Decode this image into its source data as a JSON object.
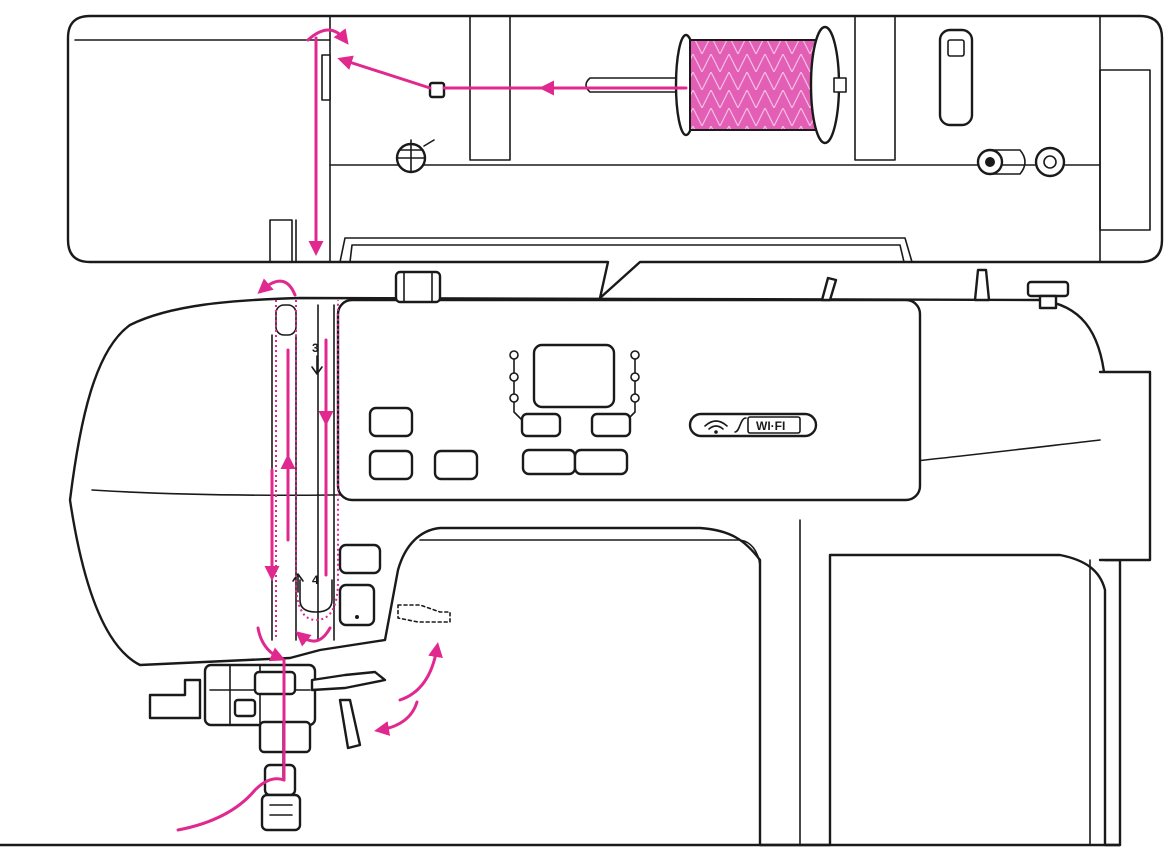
{
  "diagram": {
    "steps": [
      "3",
      "4"
    ],
    "panel_badge": "WI·FI",
    "colors": {
      "thread": "#e0288f",
      "spool": "#e35fb6",
      "outline": "#1a1a1a",
      "background": "#ffffff"
    },
    "icons": [
      "wifi-icon",
      "spool-icon",
      "thread-guide-icon",
      "tension-disc-icon",
      "presser-foot-icon",
      "needle-icon"
    ]
  }
}
